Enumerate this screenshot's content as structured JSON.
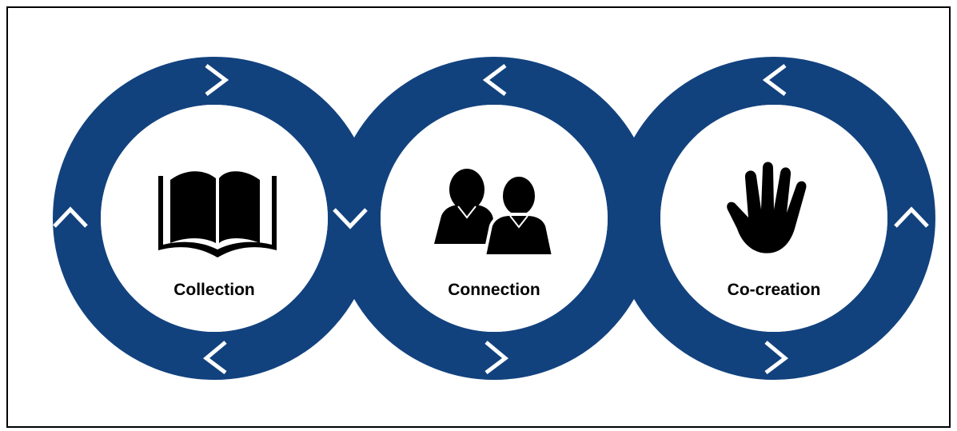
{
  "colors": {
    "ring": "#12427e",
    "gap": "#ffffff",
    "icon": "#000000",
    "frame": "#000000"
  },
  "stages": [
    {
      "label": "Collection",
      "icon": "open-book-icon"
    },
    {
      "label": "Connection",
      "icon": "people-icon"
    },
    {
      "label": "Co-creation",
      "icon": "hand-icon"
    }
  ]
}
